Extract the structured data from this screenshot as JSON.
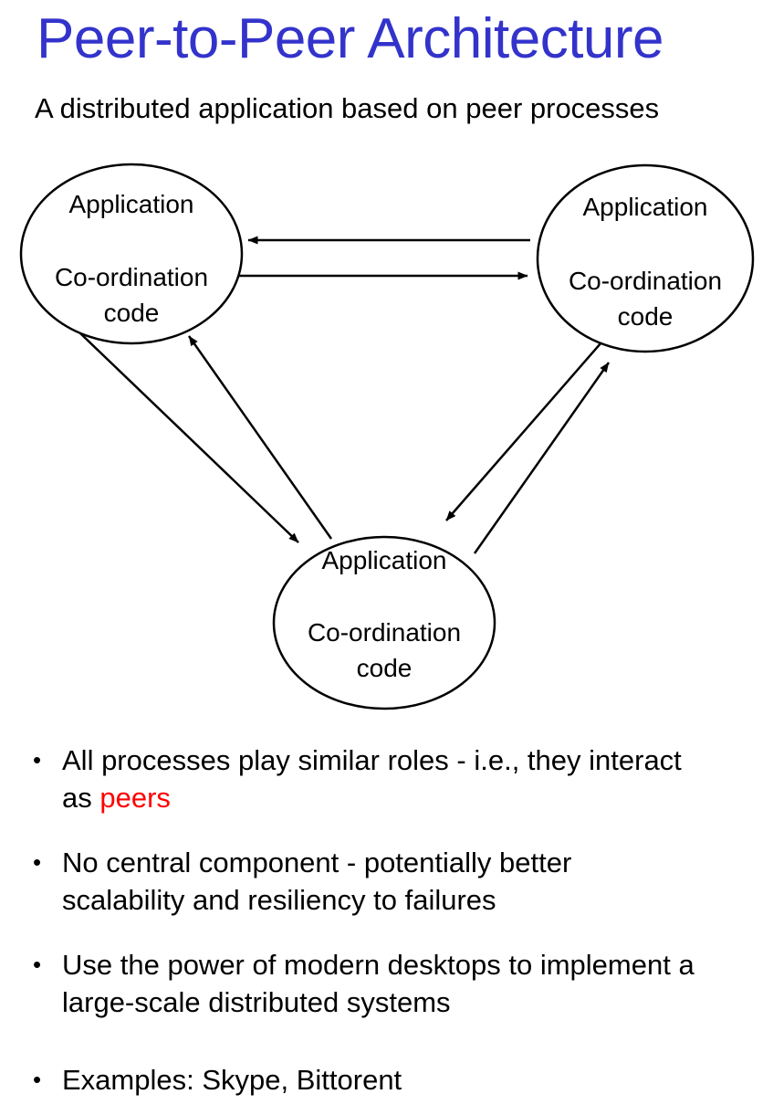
{
  "slide": {
    "title": "Peer-to-Peer Architecture",
    "subtitle": "A distributed application based on peer processes",
    "title_color": "#3333cc",
    "highlight_color": "#ff0000",
    "background_color": "#ffffff",
    "stroke_color": "#000000"
  },
  "diagram": {
    "type": "node-graph",
    "node_count": 3,
    "nodes": [
      {
        "id": "peer-left",
        "shape": "ellipse",
        "line1": "Application",
        "line2": "Co-ordination",
        "line3": "code"
      },
      {
        "id": "peer-right",
        "shape": "ellipse",
        "line1": "Application",
        "line2": "Co-ordination",
        "line3": "code"
      },
      {
        "id": "peer-bottom",
        "shape": "ellipse",
        "line1": "Application",
        "line2": "Co-ordination",
        "line3": "code"
      }
    ],
    "edges": [
      {
        "from": "peer-right",
        "to": "peer-left",
        "direction": "single"
      },
      {
        "from": "peer-left",
        "to": "peer-right",
        "direction": "single"
      },
      {
        "from": "peer-left",
        "to": "peer-bottom",
        "direction": "single"
      },
      {
        "from": "peer-bottom",
        "to": "peer-left",
        "direction": "single"
      },
      {
        "from": "peer-right",
        "to": "peer-bottom",
        "direction": "single"
      },
      {
        "from": "peer-bottom",
        "to": "peer-right",
        "direction": "single"
      }
    ]
  },
  "bullets": [
    {
      "marker": "•",
      "pre": "All processes play similar roles - i.e., they interact as ",
      "highlight": "peers",
      "post": ""
    },
    {
      "marker": "•",
      "pre": "No central component - potentially better scalability and resiliency to failures",
      "highlight": "",
      "post": ""
    },
    {
      "marker": "•",
      "pre": "Use the power of modern desktops to implement a large-scale distributed systems",
      "highlight": "",
      "post": ""
    },
    {
      "marker": "•",
      "pre": "Examples: Skype, Bittorent",
      "highlight": "",
      "post": ""
    }
  ]
}
